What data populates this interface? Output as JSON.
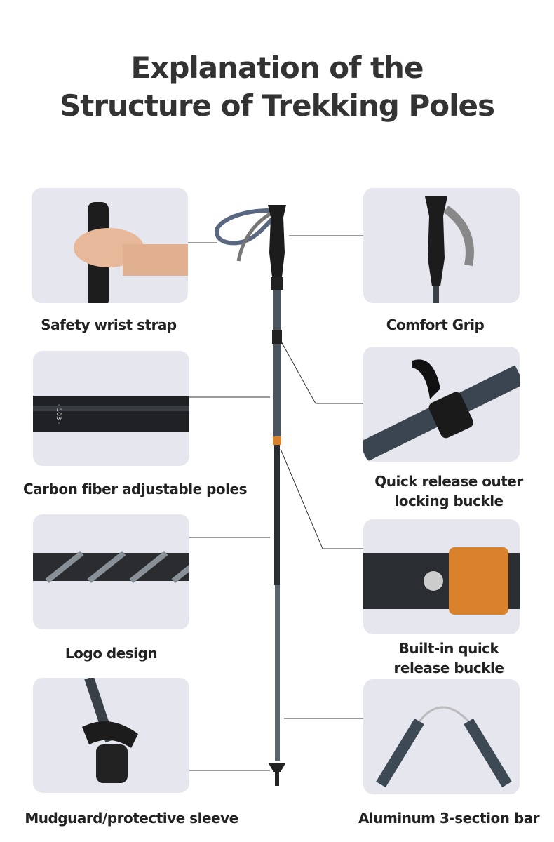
{
  "title": {
    "line1": "Explanation of the",
    "line2": "Structure of Trekking Poles"
  },
  "features": {
    "safety_wrist_strap": "Safety wrist strap",
    "comfort_grip": "Comfort Grip",
    "carbon_fiber": "Carbon fiber adjustable poles",
    "quick_release_outer_1": "Quick release outer",
    "quick_release_outer_2": "locking buckle",
    "logo_design": "Logo design",
    "builtin_quick_1": "Built-in quick",
    "builtin_quick_2": "release buckle",
    "mudguard": "Mudguard/protective sleeve",
    "aluminum": "Aluminum 3-section bar"
  },
  "pole_marking": "· 103 ·",
  "colors": {
    "panel": "#e5e6ee",
    "text": "#222222",
    "accent_orange": "#d9822b",
    "pole": "#4a5560"
  }
}
